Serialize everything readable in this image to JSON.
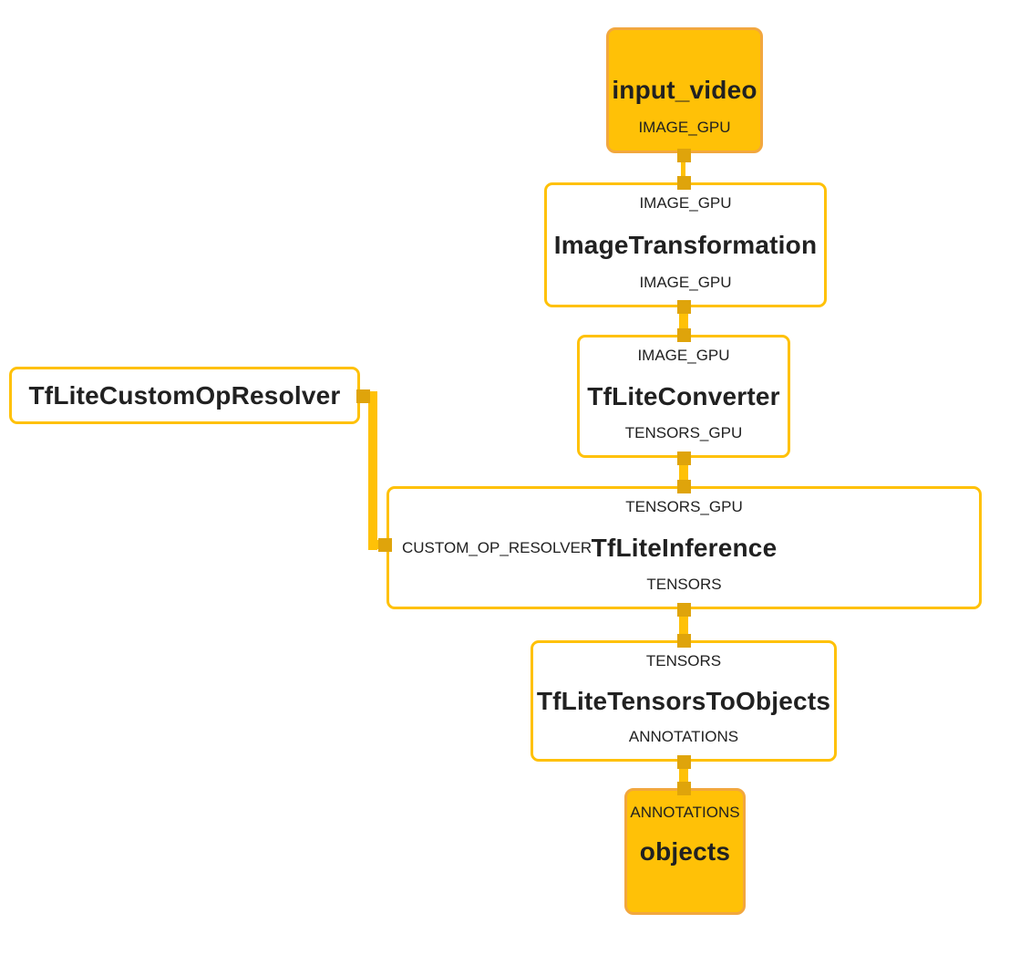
{
  "diagram": {
    "colors": {
      "amber": "#FFC107",
      "square": "#DFA40B",
      "io_fill": "#FFC107",
      "io_border": "#F2A73E",
      "text": "#212121",
      "background": "#FFFFFF"
    },
    "nodes": {
      "input_video": {
        "type": "input-stream",
        "title": "input_video",
        "output_port": "IMAGE_GPU"
      },
      "image_transformation": {
        "type": "calculator",
        "title": "ImageTransformation",
        "input_port": "IMAGE_GPU",
        "output_port": "IMAGE_GPU"
      },
      "tflite_converter": {
        "type": "calculator",
        "title": "TfLiteConverter",
        "input_port": "IMAGE_GPU",
        "output_port": "TENSORS_GPU"
      },
      "tflite_custom_op_resolver": {
        "type": "calculator",
        "title": "TfLiteCustomOpResolver"
      },
      "tflite_inference": {
        "type": "calculator",
        "title": "TfLiteInference",
        "input_port": "TENSORS_GPU",
        "side_port": "CUSTOM_OP_RESOLVER",
        "output_port": "TENSORS"
      },
      "tflite_tensors_to_objects": {
        "type": "calculator",
        "title": "TfLiteTensorsToObjects",
        "input_port": "TENSORS",
        "output_port": "ANNOTATIONS"
      },
      "objects": {
        "type": "output-stream",
        "title": "objects",
        "input_port": "ANNOTATIONS"
      }
    },
    "edges": [
      {
        "from": "input_video",
        "to": "ImageTransformation",
        "stream": "IMAGE_GPU"
      },
      {
        "from": "ImageTransformation",
        "to": "TfLiteConverter",
        "stream": "IMAGE_GPU"
      },
      {
        "from": "TfLiteConverter",
        "to": "TfLiteInference",
        "stream": "TENSORS_GPU"
      },
      {
        "from": "TfLiteCustomOpResolver",
        "to": "TfLiteInference",
        "stream": "CUSTOM_OP_RESOLVER"
      },
      {
        "from": "TfLiteInference",
        "to": "TfLiteTensorsToObjects",
        "stream": "TENSORS"
      },
      {
        "from": "TfLiteTensorsToObjects",
        "to": "objects",
        "stream": "ANNOTATIONS"
      }
    ]
  }
}
